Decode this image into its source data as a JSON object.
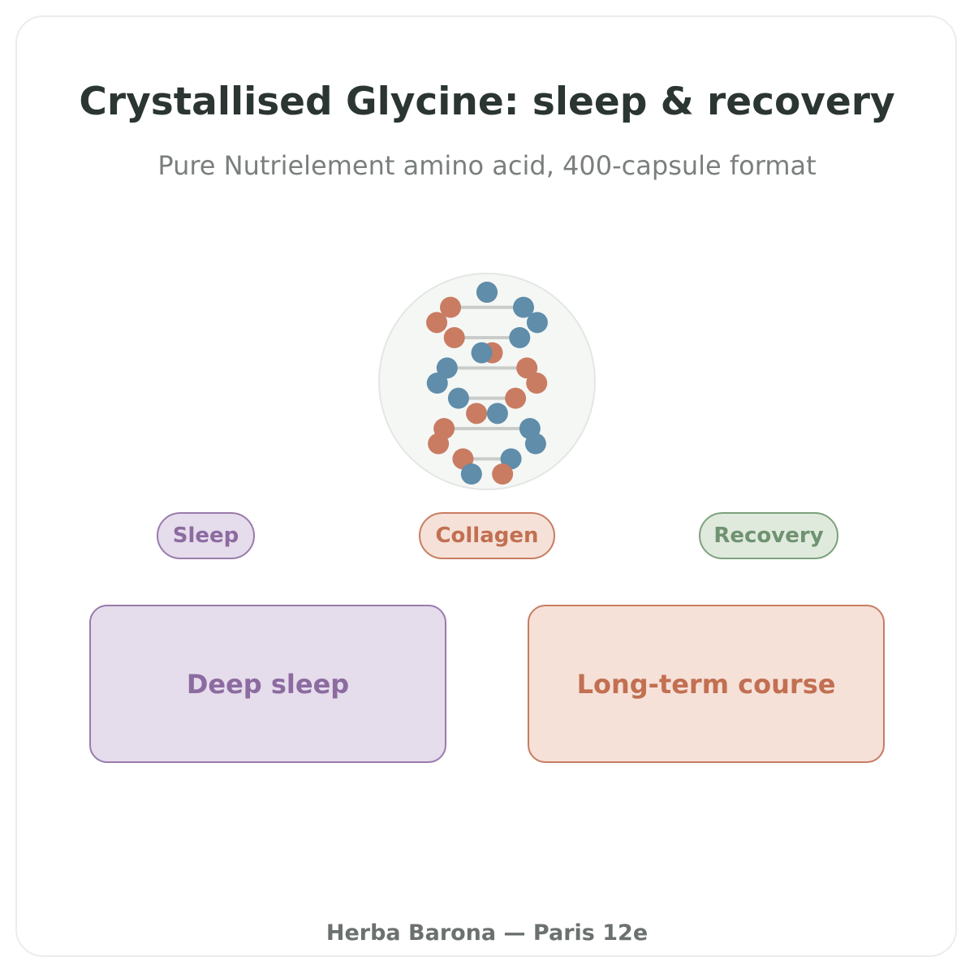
{
  "header": {
    "title": "Crystallised Glycine: sleep & recovery",
    "subtitle": "Pure Nutrielement amino acid, 400-capsule format"
  },
  "illustration": {
    "icon": "dna-helix-icon",
    "colors": {
      "strand_a": "#c97c62",
      "strand_b": "#5f8daa",
      "rung": "#c9ccc9",
      "disc_fill": "#f5f7f5",
      "disc_border": "#e3e7e3"
    }
  },
  "tags": [
    {
      "label": "Sleep",
      "color": "#9a7bab"
    },
    {
      "label": "Collagen",
      "color": "#c97c62"
    },
    {
      "label": "Recovery",
      "color": "#7ea17b"
    }
  ],
  "cards": [
    {
      "label": "Deep sleep",
      "color": "#9a7bab"
    },
    {
      "label": "Long-term course",
      "color": "#c97c62"
    }
  ],
  "footer": {
    "text": "Herba Barona — Paris 12e"
  }
}
